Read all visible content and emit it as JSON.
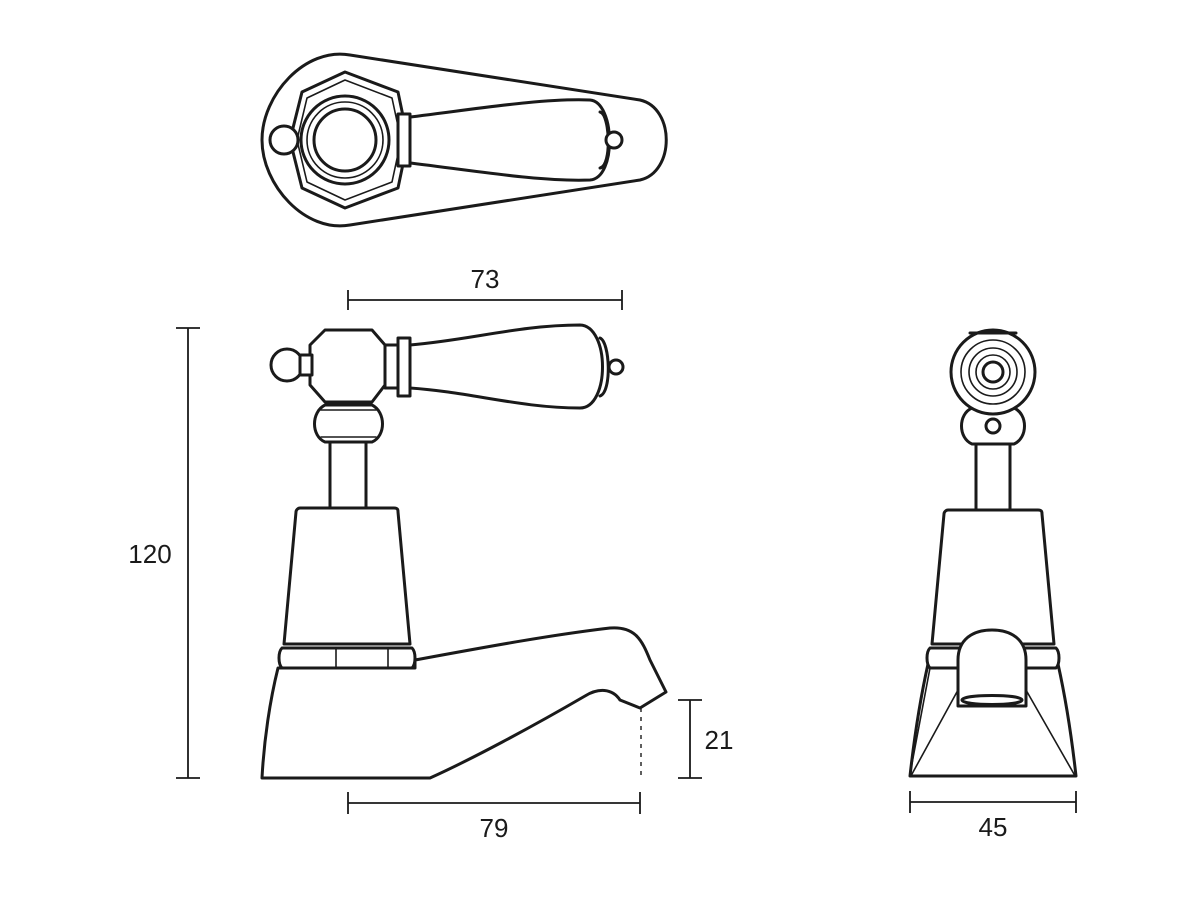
{
  "dimensions": {
    "handle_width": "73",
    "overall_height": "120",
    "spout_reach": "79",
    "spout_height": "21",
    "body_width": "45"
  },
  "colors": {
    "line": "#1a1a1a",
    "background": "#ffffff"
  }
}
